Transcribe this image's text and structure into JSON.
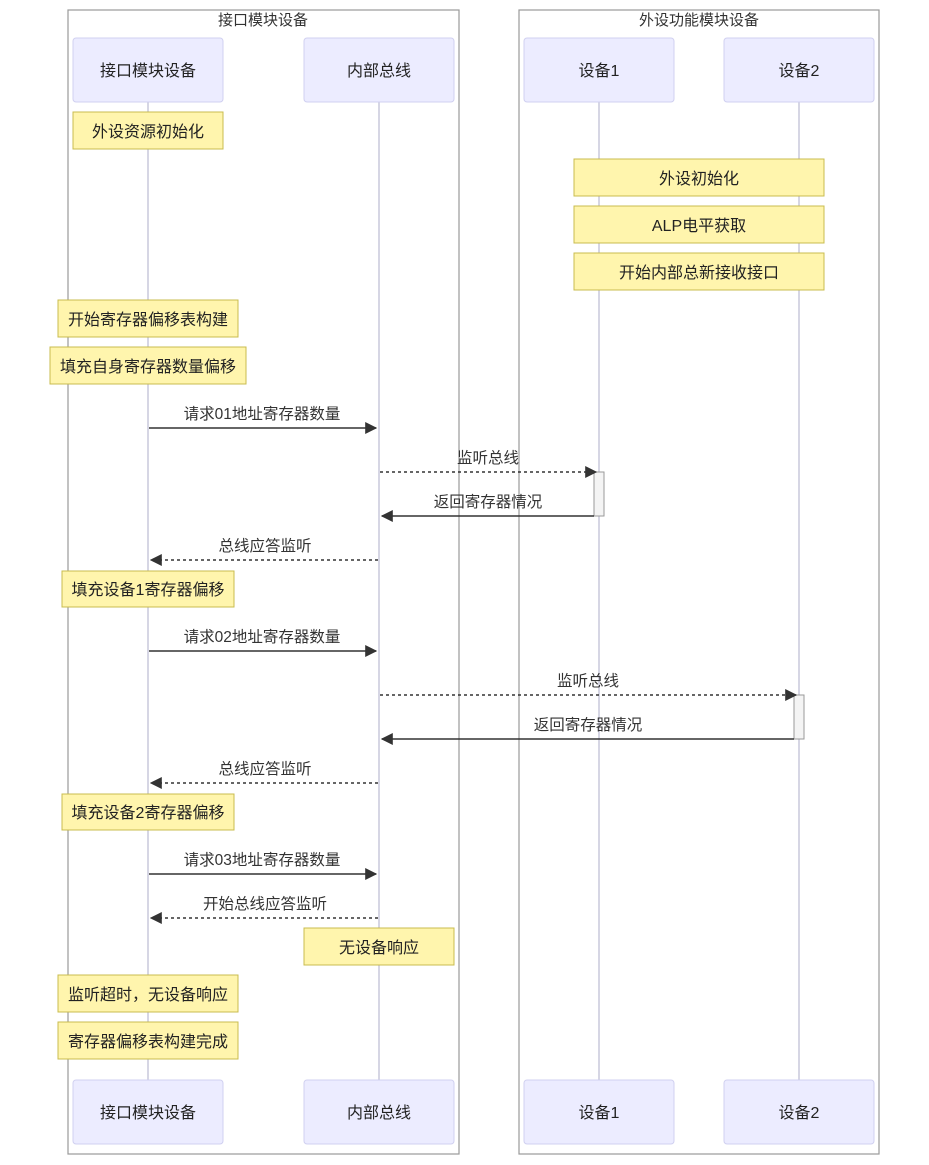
{
  "groups": {
    "interface": "接口模块设备",
    "peripheral": "外设功能模块设备"
  },
  "actors": {
    "iface": "接口模块设备",
    "bus": "内部总线",
    "dev1": "设备1",
    "dev2": "设备2"
  },
  "notes": [
    "外设资源初始化",
    "外设初始化",
    "ALP电平获取",
    "开始内部总新接收接口",
    "开始寄存器偏移表构建",
    "填充自身寄存器数量偏移",
    "填充设备1寄存器偏移",
    "填充设备2寄存器偏移",
    "无设备响应",
    "监听超时，无设备响应",
    "寄存器偏移表构建完成"
  ],
  "messages": [
    "请求01地址寄存器数量",
    "监听总线",
    "返回寄存器情况",
    "总线应答监听",
    "请求02地址寄存器数量",
    "监听总线",
    "返回寄存器情况",
    "总线应答监听",
    "请求03地址寄存器数量",
    "开始总线应答监听"
  ]
}
